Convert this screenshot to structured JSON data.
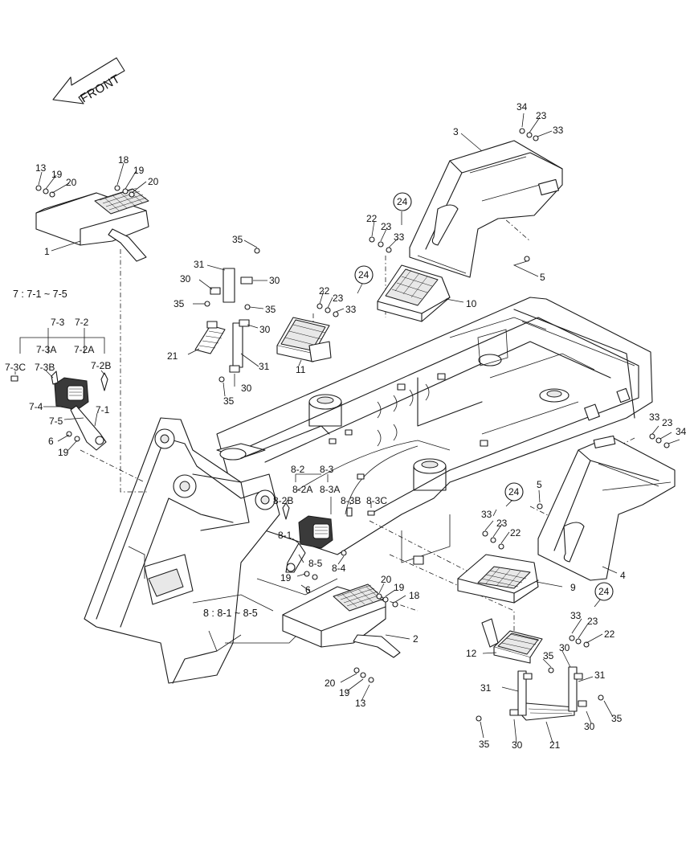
{
  "front_label": "FRONT",
  "notes": {
    "group7": "7 : 7-1 ~ 7-5",
    "group8": "8 : 8-1 ~ 8-5"
  },
  "callouts": [
    {
      "id": "c-34a",
      "text": "34"
    },
    {
      "id": "c-23a",
      "text": "23"
    },
    {
      "id": "c-33a",
      "text": "33"
    },
    {
      "id": "c-3",
      "text": "3"
    },
    {
      "id": "c-13a",
      "text": "13"
    },
    {
      "id": "c-19a",
      "text": "19"
    },
    {
      "id": "c-20a",
      "text": "20"
    },
    {
      "id": "c-18a",
      "text": "18"
    },
    {
      "id": "c-19b",
      "text": "19"
    },
    {
      "id": "c-20b",
      "text": "20"
    },
    {
      "id": "c-1",
      "text": "1"
    },
    {
      "id": "c-22a",
      "text": "22"
    },
    {
      "id": "c-23b",
      "text": "23"
    },
    {
      "id": "c-33b",
      "text": "33"
    },
    {
      "id": "c-5a",
      "text": "5"
    },
    {
      "id": "c-35a",
      "text": "35"
    },
    {
      "id": "c-31a",
      "text": "31"
    },
    {
      "id": "c-30a",
      "text": "30"
    },
    {
      "id": "c-30b",
      "text": "30"
    },
    {
      "id": "c-35b",
      "text": "35"
    },
    {
      "id": "c-35c",
      "text": "35"
    },
    {
      "id": "c-22b",
      "text": "22"
    },
    {
      "id": "c-23c",
      "text": "23"
    },
    {
      "id": "c-33c",
      "text": "33"
    },
    {
      "id": "c-10",
      "text": "10"
    },
    {
      "id": "c-30c",
      "text": "30"
    },
    {
      "id": "c-21a",
      "text": "21"
    },
    {
      "id": "c-31b",
      "text": "31"
    },
    {
      "id": "c-11",
      "text": "11"
    },
    {
      "id": "c-30d",
      "text": "30"
    },
    {
      "id": "c-35d",
      "text": "35"
    },
    {
      "id": "c-7-3",
      "text": "7-3"
    },
    {
      "id": "c-7-2",
      "text": "7-2"
    },
    {
      "id": "c-7-3C",
      "text": "7-3C"
    },
    {
      "id": "c-7-3A",
      "text": "7-3A"
    },
    {
      "id": "c-7-2A",
      "text": "7-2A"
    },
    {
      "id": "c-7-3B",
      "text": "7-3B"
    },
    {
      "id": "c-7-2B",
      "text": "7-2B"
    },
    {
      "id": "c-7-4",
      "text": "7-4"
    },
    {
      "id": "c-7-1",
      "text": "7-1"
    },
    {
      "id": "c-7-5",
      "text": "7-5"
    },
    {
      "id": "c-6a",
      "text": "6"
    },
    {
      "id": "c-19c",
      "text": "19"
    },
    {
      "id": "c-33d",
      "text": "33"
    },
    {
      "id": "c-23d",
      "text": "23"
    },
    {
      "id": "c-34b",
      "text": "34"
    },
    {
      "id": "c-8-2",
      "text": "8-2"
    },
    {
      "id": "c-8-3",
      "text": "8-3"
    },
    {
      "id": "c-8-2A",
      "text": "8-2A"
    },
    {
      "id": "c-8-3A",
      "text": "8-3A"
    },
    {
      "id": "c-8-2B",
      "text": "8-2B"
    },
    {
      "id": "c-8-3B",
      "text": "8-3B"
    },
    {
      "id": "c-8-3C",
      "text": "8-3C"
    },
    {
      "id": "c-8-1",
      "text": "8-1"
    },
    {
      "id": "c-8-5",
      "text": "8-5"
    },
    {
      "id": "c-8-4",
      "text": "8-4"
    },
    {
      "id": "c-19d",
      "text": "19"
    },
    {
      "id": "c-6b",
      "text": "6"
    },
    {
      "id": "c-5b",
      "text": "5"
    },
    {
      "id": "c-33e",
      "text": "33"
    },
    {
      "id": "c-23e",
      "text": "23"
    },
    {
      "id": "c-22c",
      "text": "22"
    },
    {
      "id": "c-4",
      "text": "4"
    },
    {
      "id": "c-9",
      "text": "9"
    },
    {
      "id": "c-20c",
      "text": "20"
    },
    {
      "id": "c-19e",
      "text": "19"
    },
    {
      "id": "c-18b",
      "text": "18"
    },
    {
      "id": "c-2",
      "text": "2"
    },
    {
      "id": "c-33f",
      "text": "33"
    },
    {
      "id": "c-23f",
      "text": "23"
    },
    {
      "id": "c-22d",
      "text": "22"
    },
    {
      "id": "c-12",
      "text": "12"
    },
    {
      "id": "c-35e",
      "text": "35"
    },
    {
      "id": "c-30e",
      "text": "30"
    },
    {
      "id": "c-31c",
      "text": "31"
    },
    {
      "id": "c-31d",
      "text": "31"
    },
    {
      "id": "c-20d",
      "text": "20"
    },
    {
      "id": "c-19f",
      "text": "19"
    },
    {
      "id": "c-13b",
      "text": "13"
    },
    {
      "id": "c-35f",
      "text": "35"
    },
    {
      "id": "c-30f",
      "text": "30"
    },
    {
      "id": "c-21b",
      "text": "21"
    },
    {
      "id": "c-30g",
      "text": "30"
    },
    {
      "id": "c-35g",
      "text": "35"
    }
  ],
  "circled_refs": [
    {
      "id": "r1",
      "text": "24"
    },
    {
      "id": "r2",
      "text": "24"
    },
    {
      "id": "r3",
      "text": "24"
    },
    {
      "id": "r4",
      "text": "24"
    }
  ]
}
